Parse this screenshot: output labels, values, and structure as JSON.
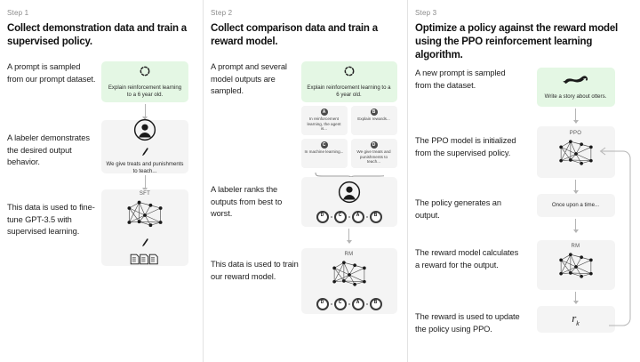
{
  "diagram": {
    "title": "RLHF three step training diagram",
    "accent_green": "#e4f7e4",
    "box_gray": "#f4f4f4",
    "arrow_gray": "#b5b5b5"
  },
  "step1": {
    "step_label": "Step 1",
    "title": "Collect demonstration data and train a supervised policy.",
    "captions": [
      "A prompt is sampled from our prompt dataset.",
      "A labeler demonstrates the desired output behavior.",
      "This data is used to fine-tune GPT-3.5 with supervised learning."
    ],
    "prompt_box": {
      "icon": "dashed-circle-icon",
      "text": "Explain reinforcement learning to a 6 year old."
    },
    "labeler_box": {
      "icon": "person-icon",
      "pencil": "pencil-icon",
      "text": "We give treats and punishments to teach..."
    },
    "sft_box": {
      "title": "SFT",
      "icon": "neural-network-icon",
      "pencil": "pencil-icon",
      "docs_icon": "documents-icon"
    }
  },
  "step2": {
    "step_label": "Step 2",
    "title": "Collect comparison data and train a reward model.",
    "captions": [
      "A prompt and several model outputs are sampled.",
      "A labeler ranks the outputs from best to worst.",
      "This data is used to train our reward model."
    ],
    "prompt_box": {
      "icon": "dashed-circle-icon",
      "text": "Explain reinforcement learning to a 6 year old."
    },
    "options": [
      {
        "letter": "A",
        "text": "In reinforcement learning, the agent is..."
      },
      {
        "letter": "B",
        "text": "Explain rewards..."
      },
      {
        "letter": "C",
        "text": "In machine learning..."
      },
      {
        "letter": "D",
        "text": "We give treats and punishments to teach..."
      }
    ],
    "ranking_box": {
      "icon": "person-icon",
      "ranking": [
        "D",
        "C",
        "A",
        "B"
      ]
    },
    "rm_box": {
      "title": "RM",
      "icon": "neural-network-icon",
      "ranking": [
        "D",
        "C",
        "A",
        "B"
      ]
    }
  },
  "step3": {
    "step_label": "Step 3",
    "title": "Optimize a policy against the reward model using the PPO reinforcement learning algorithm.",
    "captions": [
      "A new prompt is sampled from the dataset.",
      "The PPO model is initialized from the supervised policy.",
      "The policy generates an output.",
      "The reward model calculates a reward for the output.",
      "The reward is used to update the policy using PPO."
    ],
    "prompt_box": {
      "icon": "otter-icon",
      "text": "Write a story about otters."
    },
    "ppo_box": {
      "title": "PPO",
      "icon": "neural-network-icon"
    },
    "output_box": {
      "text": "Once upon a time..."
    },
    "rm_box": {
      "title": "RM",
      "icon": "neural-network-icon"
    },
    "reward_box": {
      "symbol": "r",
      "subscript": "k"
    }
  }
}
